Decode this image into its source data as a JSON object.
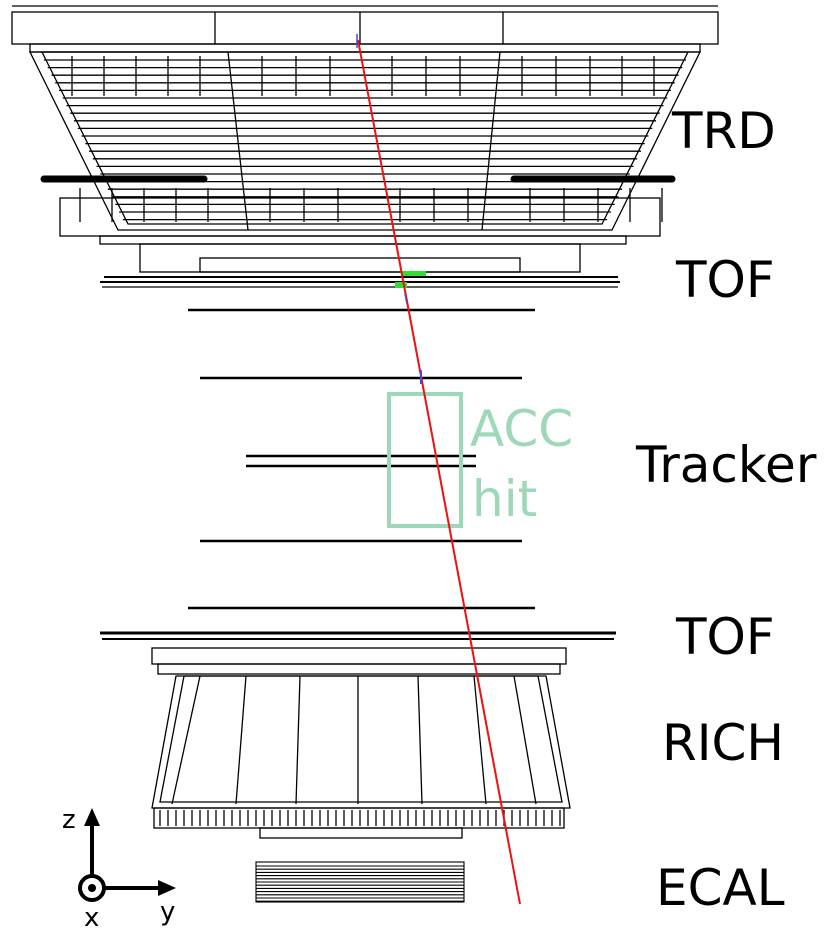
{
  "labels": {
    "trd": "TRD",
    "tof_upper": "TOF",
    "tracker": "Tracker",
    "tof_lower": "TOF",
    "rich": "RICH",
    "ecal": "ECAL"
  },
  "annotation": {
    "line1": "ACC",
    "line2": "hit"
  },
  "axes": {
    "z": "z",
    "x": "x",
    "y": "y"
  },
  "colors": {
    "track": "#ee1111",
    "acc_box": "#9ed8b8",
    "tof_hit": "#33dd33",
    "detector": "#000000"
  }
}
